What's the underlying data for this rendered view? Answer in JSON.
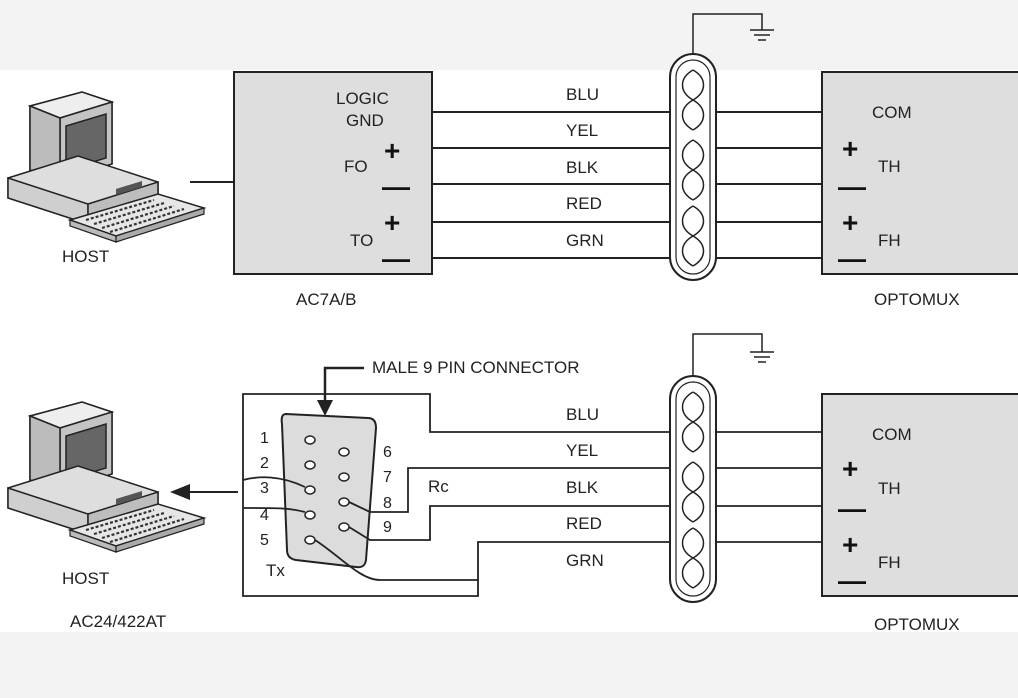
{
  "top_diagram": {
    "host_label": "HOST",
    "converter_label": "AC7A/B",
    "converter_pins": {
      "logic": "LOGIC",
      "gnd": "GND",
      "fo": "FO",
      "to": "TO",
      "plus": "+",
      "minus": "—"
    },
    "wires": [
      "BLU",
      "YEL",
      "BLK",
      "RED",
      "GRN"
    ],
    "device_label": "OPTOMUX",
    "device_pins": {
      "com": "COM",
      "th": "TH",
      "fh": "FH",
      "plus": "+",
      "minus": "—"
    }
  },
  "bottom_diagram": {
    "host_label": "HOST",
    "card_label": "AC24/422AT",
    "connector_label": "MALE 9 PIN CONNECTOR",
    "connector_pins_left": [
      "1",
      "2",
      "3",
      "4",
      "5"
    ],
    "connector_pins_right": [
      "6",
      "7",
      "8",
      "9"
    ],
    "rc_label": "Rc",
    "tx_label": "Tx",
    "wires": [
      "BLU",
      "YEL",
      "BLK",
      "RED",
      "GRN"
    ],
    "device_label": "OPTOMUX",
    "device_pins": {
      "com": "COM",
      "th": "TH",
      "fh": "FH",
      "plus": "+",
      "minus": "—"
    }
  }
}
